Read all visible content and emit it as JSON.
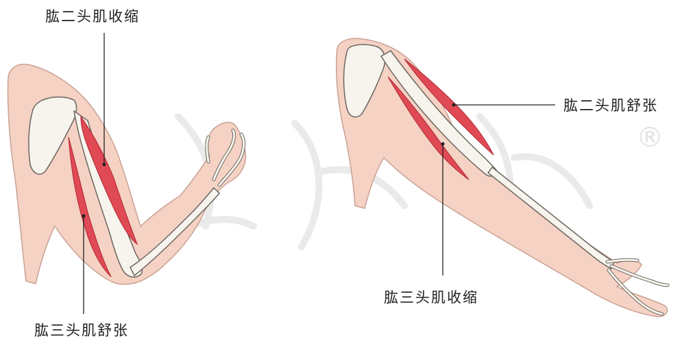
{
  "labels": {
    "left_biceps": "肱二头肌收缩",
    "left_triceps": "肱三头肌舒张",
    "right_biceps": "肱二头肌舒张",
    "right_triceps": "肱三头肌收缩"
  },
  "watermark_mark": "®",
  "colors": {
    "skin": "#f5d2c4",
    "skin_edge": "#c9a193",
    "muscle": "#e04a55",
    "muscle_dark": "#b8303c",
    "bone": "#f7f4ee",
    "bone_edge": "#6a6660",
    "leader_line": "#222222",
    "watermark": "#e6e6e6"
  }
}
